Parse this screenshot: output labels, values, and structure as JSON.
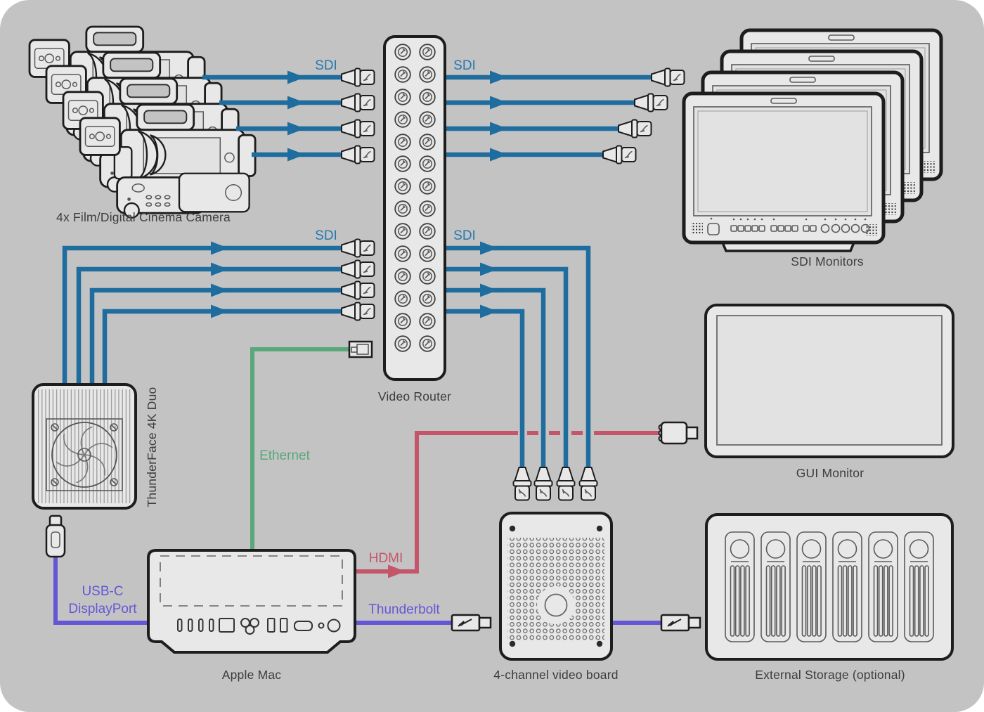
{
  "colors": {
    "background": "#c3c3c3",
    "device_fill": "#e8e8e8",
    "screen_fill": "#e2e2e2",
    "outline": "#1d1d1d",
    "detail": "#5a5a5a",
    "label_text": "#3d3d3d",
    "sdi_blue": "#1e6d9e",
    "ethernet_green": "#5aa77a",
    "hdmi_red": "#c5566a",
    "thunderbolt_purple": "#6457d6"
  },
  "devices": {
    "cameras": {
      "label": "4x Film/Digital Cinema Camera",
      "count": 4
    },
    "video_router": {
      "label": "Video Router",
      "jack_rows": 14,
      "jack_columns": 2
    },
    "sdi_monitors": {
      "label": "SDI Monitors",
      "count": 4
    },
    "gui_monitor": {
      "label": "GUI Monitor"
    },
    "thunderface": {
      "label": "ThunderFace 4K Duo"
    },
    "apple_mac": {
      "label": "Apple Mac"
    },
    "video_board": {
      "label": "4-channel video board"
    },
    "external_storage": {
      "label": "External Storage (optional)",
      "bays": 6
    }
  },
  "connections": {
    "sdi_in_top": {
      "label": "SDI",
      "count": 4
    },
    "sdi_out_top": {
      "label": "SDI",
      "count": 4
    },
    "sdi_in_bottom": {
      "label": "SDI",
      "count": 4
    },
    "sdi_out_bottom": {
      "label": "SDI",
      "count": 4
    },
    "ethernet": {
      "label": "Ethernet"
    },
    "hdmi": {
      "label": "HDMI"
    },
    "usbc_displayport": {
      "line1": "USB-C",
      "line2": "DisplayPort"
    },
    "thunderbolt": {
      "label": "Thunderbolt"
    }
  }
}
